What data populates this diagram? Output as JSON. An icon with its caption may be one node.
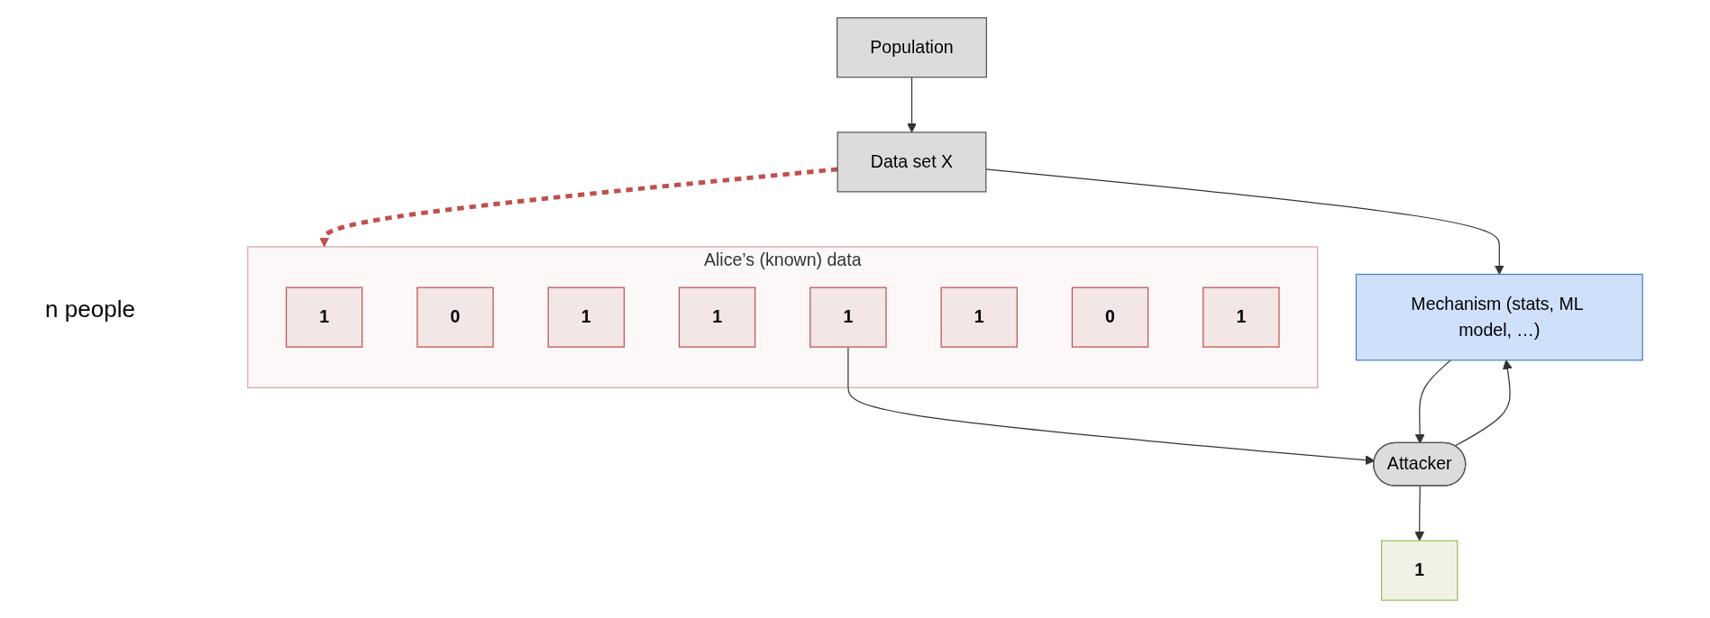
{
  "diagram": {
    "nodes": [
      {
        "text": [
          "Population"
        ]
      },
      {
        "text": [
          "Data set X"
        ]
      },
      {
        "text": [
          "Alice’s (known) data"
        ]
      },
      {
        "text": [
          "1"
        ],
        "in": 2
      },
      {
        "text": [
          "0"
        ],
        "in": 2
      },
      {
        "text": [
          "1"
        ],
        "in": 2
      },
      {
        "text": [
          "1"
        ],
        "in": 2
      },
      {
        "text": [
          "1"
        ],
        "in": 2
      },
      {
        "text": [
          "1"
        ],
        "in": 2
      },
      {
        "text": [
          "0"
        ],
        "in": 2
      },
      {
        "text": [
          "1"
        ],
        "in": 2
      },
      {
        "text": [
          "1"
        ]
      },
      {
        "text": [
          "Mechanism (stats, ML model, …)"
        ]
      },
      {
        "text": [
          "Attacker"
        ]
      }
    ],
    "edges": [
      {
        "from": 0,
        "to": 1,
        "arrow": "to"
      },
      {
        "from": 1,
        "to": 2,
        "arrow": "to",
        "style": "dashed",
        "color": "#c0504d"
      },
      {
        "from": 1,
        "to": 12,
        "arrow": "to"
      },
      {
        "from": 7,
        "to": 13,
        "arrow": "to"
      },
      {
        "from": 13,
        "to": 12,
        "arrow": "to"
      },
      {
        "from": 12,
        "to": 13,
        "arrow": "to"
      },
      {
        "from": 13,
        "to": 11,
        "arrow": "to"
      }
    ],
    "labels": [
      "n people"
    ]
  }
}
